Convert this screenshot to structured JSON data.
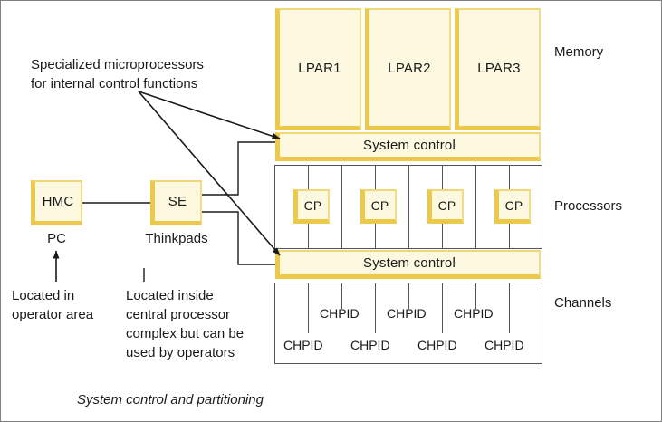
{
  "figure": {
    "caption": "System control and partitioning",
    "background_color": "#ffffff",
    "border_color": "#808080",
    "box_fill_color": "#fdf8e0",
    "box_shadow_color": "#ecc94b",
    "line_color": "#1a1a1a",
    "frame_line_color": "#555555"
  },
  "memory": {
    "row_label": "Memory",
    "partitions": [
      {
        "label": "LPAR1"
      },
      {
        "label": "LPAR2"
      },
      {
        "label": "LPAR3"
      }
    ],
    "system_control_label": "System control"
  },
  "processors": {
    "row_label": "Processors",
    "units": [
      {
        "label": "CP"
      },
      {
        "label": "CP"
      },
      {
        "label": "CP"
      },
      {
        "label": "CP"
      }
    ],
    "system_control_label": "System control"
  },
  "channels": {
    "row_label": "Channels",
    "upper_chpids": [
      {
        "label": "CHPID"
      },
      {
        "label": "CHPID"
      },
      {
        "label": "CHPID"
      }
    ],
    "lower_chpids": [
      {
        "label": "CHPID"
      },
      {
        "label": "CHPID"
      },
      {
        "label": "CHPID"
      },
      {
        "label": "CHPID"
      }
    ]
  },
  "consoles": {
    "hmc": {
      "label": "HMC",
      "sub_label": "PC",
      "note": "Located in\noperator area"
    },
    "se": {
      "label": "SE",
      "sub_label": "Thinkpads",
      "note": "Located inside\ncentral processor\ncomplex but can be\nused by operators"
    }
  },
  "annotations": {
    "specialized": "Specialized microprocessors\nfor internal control functions"
  }
}
